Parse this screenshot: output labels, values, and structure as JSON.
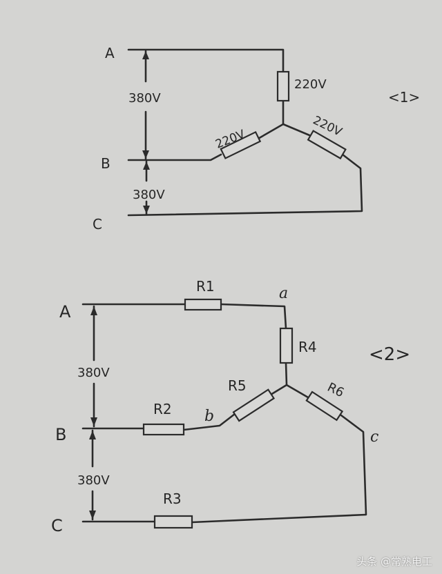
{
  "diagram1": {
    "tag": "<1>",
    "node_labels": {
      "A": "A",
      "B": "B",
      "C": "C"
    },
    "line_voltage_ab": "380V",
    "line_voltage_bc": "380V",
    "phase_voltage_top": "220V",
    "phase_voltage_left": "220V",
    "phase_voltage_right": "220V"
  },
  "diagram2": {
    "tag": "<2>",
    "node_labels": {
      "A": "A",
      "B": "B",
      "C": "C"
    },
    "junction_labels": {
      "a": "a",
      "b": "b",
      "c": "c"
    },
    "line_voltage_ab": "380V",
    "line_voltage_bc": "380V",
    "resistors": {
      "r1": "R1",
      "r2": "R2",
      "r3": "R3",
      "r4": "R4",
      "r5": "R5",
      "r6": "R6"
    }
  },
  "watermark": "头条 @常熟电工"
}
